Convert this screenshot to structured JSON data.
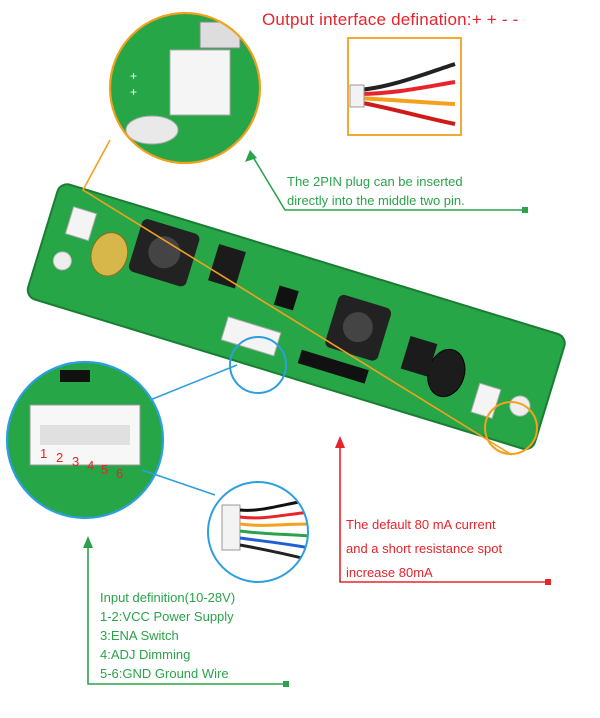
{
  "title": "Output interface defination:+ + - -",
  "plug_note": {
    "line1": "The 2PIN plug can be inserted",
    "line2": "directly into the middle two pin."
  },
  "current_note": {
    "line1": "The default 80 mA current",
    "line2": "and a short resistance spot",
    "line3": "increase 80mA"
  },
  "input_def": {
    "header": "Input definition(10-28V)",
    "items": [
      "1-2:VCC Power Supply",
      "3:ENA Switch",
      "4:ADJ Dimming",
      "5-6:GND Ground Wire"
    ]
  },
  "pin_numbers": [
    "1",
    "2",
    "3",
    "4",
    "5",
    "6"
  ],
  "colors": {
    "orange": "#f2a11e",
    "green_note": "#2aa34a",
    "red_note": "#e8232a",
    "blue_circle": "#2b9fe0",
    "pcb_green": "#25a243"
  }
}
